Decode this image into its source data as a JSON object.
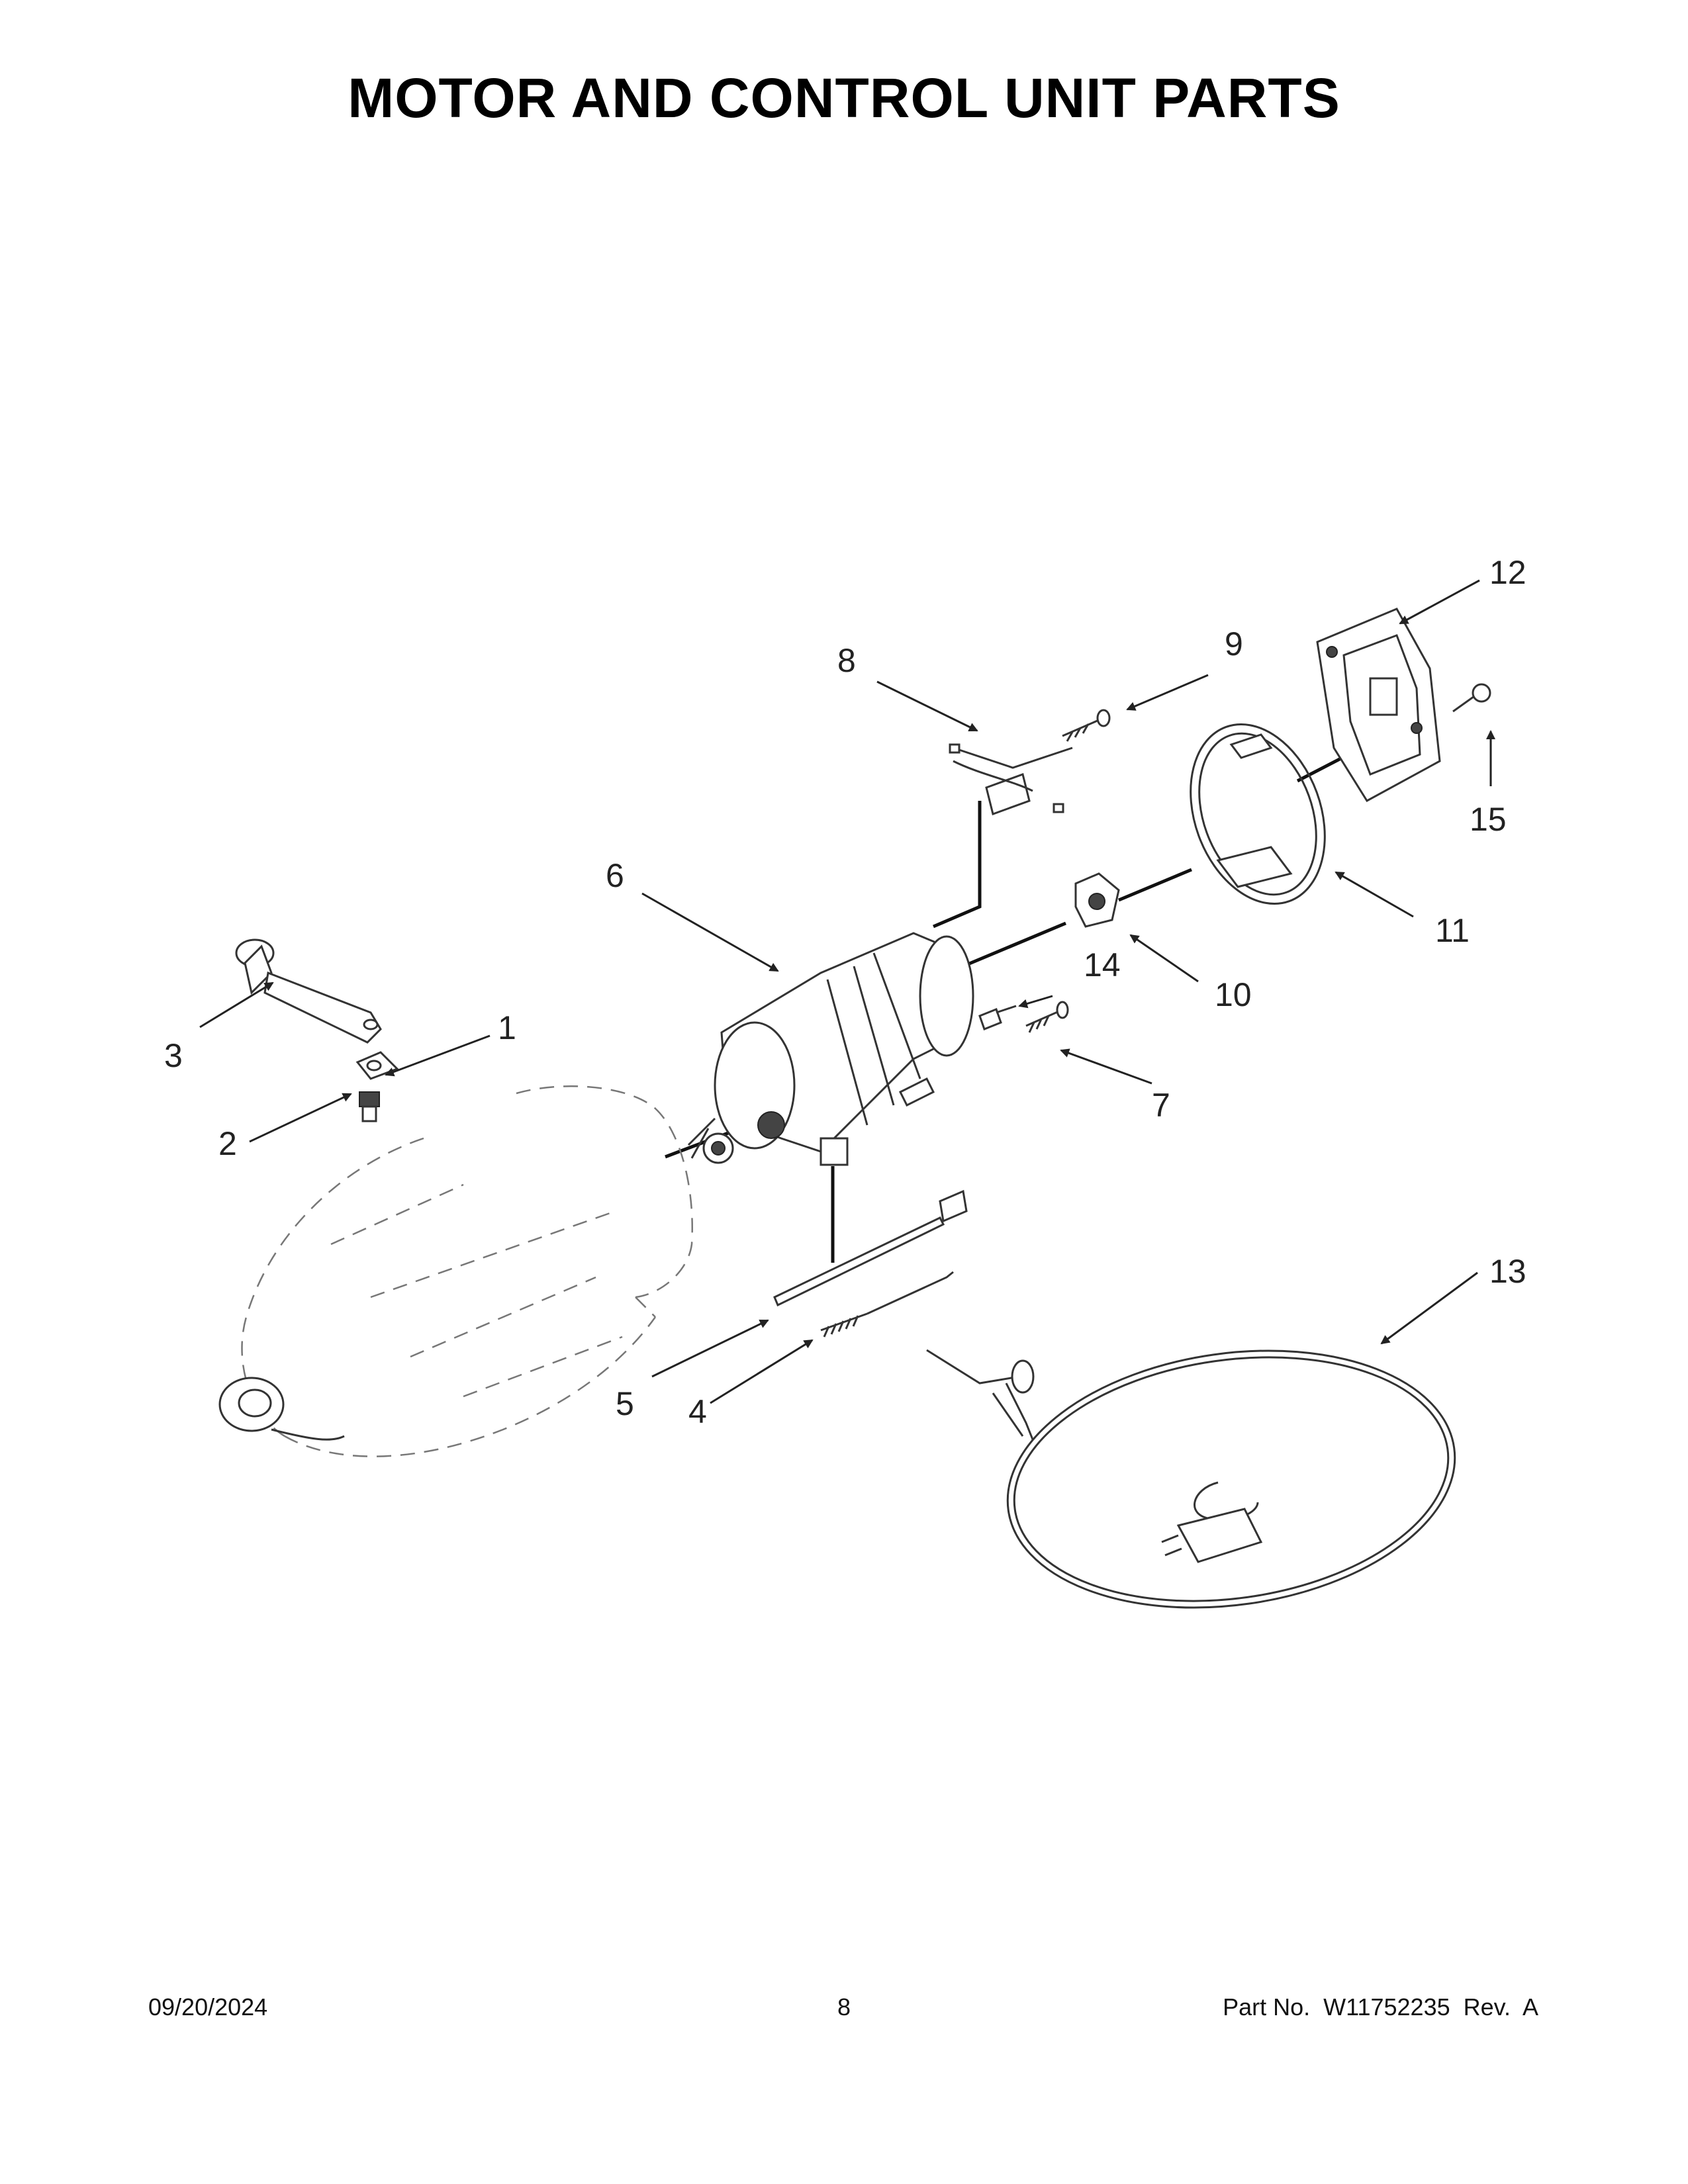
{
  "page_title": "MOTOR AND CONTROL UNIT PARTS",
  "callouts": [
    "1",
    "2",
    "3",
    "4",
    "5",
    "6",
    "7",
    "8",
    "9",
    "10",
    "11",
    "12",
    "13",
    "14",
    "15"
  ],
  "footer": {
    "date": "09/20/2024",
    "page_number": "8",
    "part_info": "Part No.  W11752235  Rev.  A"
  }
}
